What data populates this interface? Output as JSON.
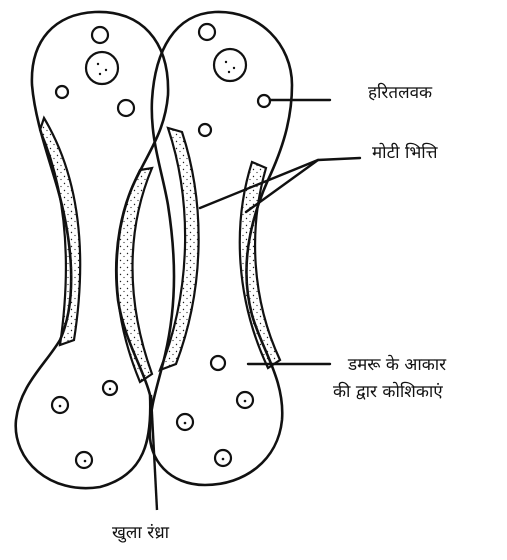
{
  "labels": {
    "chloroplast": "हरितलवक",
    "thick_wall": "मोटी भित्ति",
    "guard_cells_line1": "डमरू के आकार",
    "guard_cells_line2": "की द्वार कोशिकाएं",
    "open_pore": "खुला रंध्रा"
  }
}
